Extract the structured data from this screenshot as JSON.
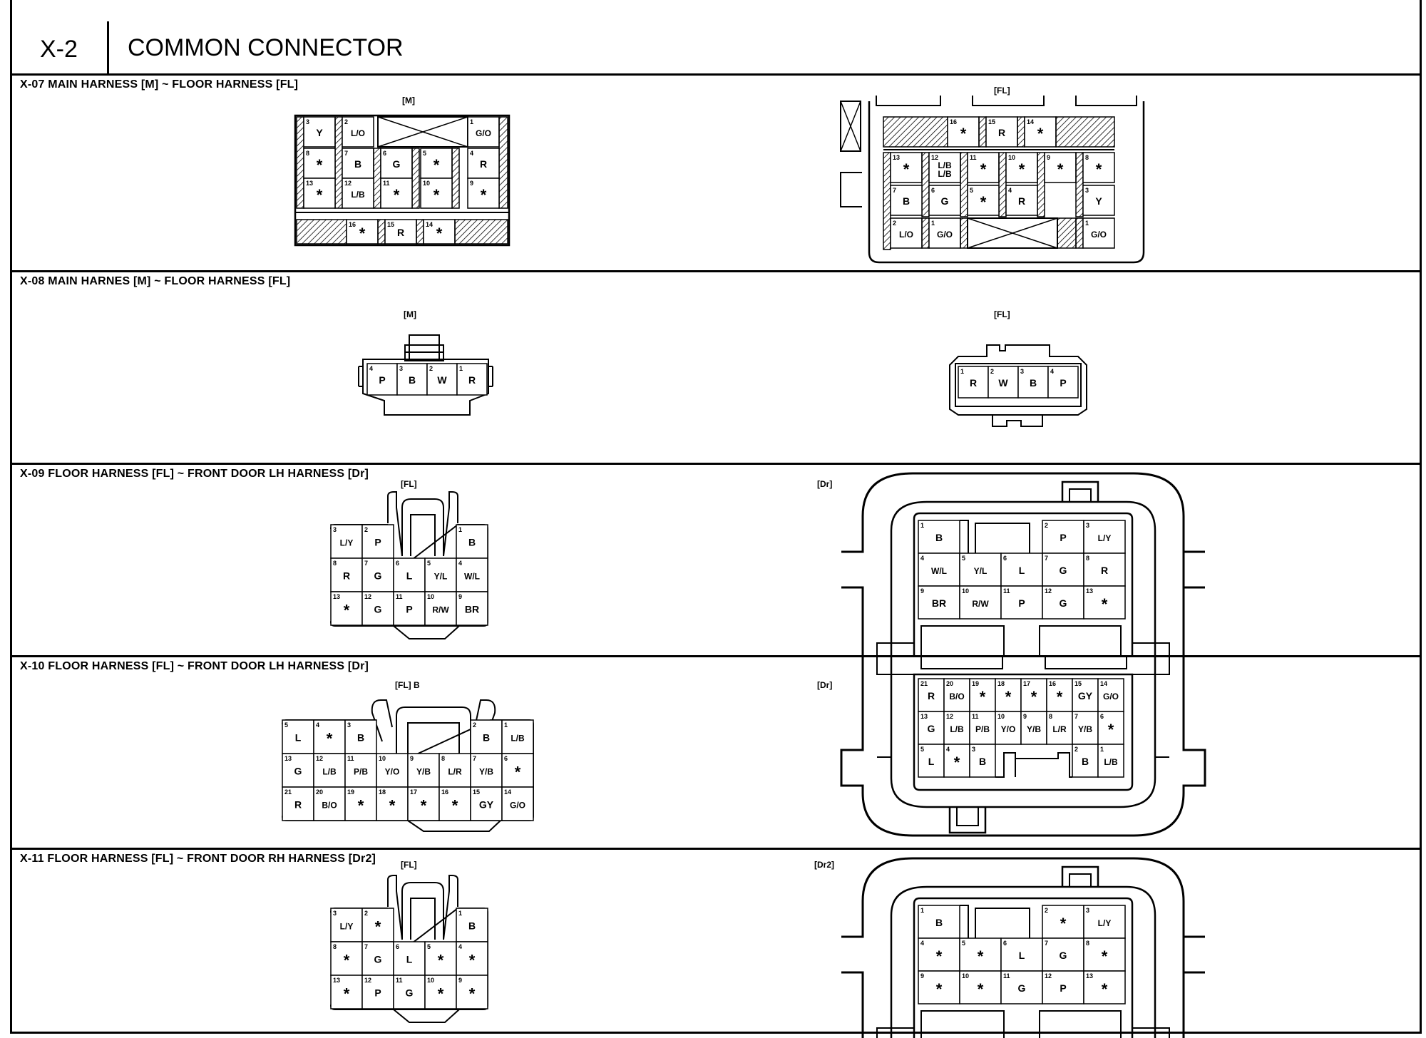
{
  "header": {
    "code": "X-2",
    "title": "COMMON CONNECTOR"
  },
  "sections": [
    {
      "id": "X-07",
      "title": "X-07 MAIN HARNESS [M] ~ FLOOR HARNESS  [FL]",
      "left_label": "[M]",
      "right_label": "[FL]",
      "left_pins": [
        {
          "n": "3",
          "c": "Y"
        },
        {
          "n": "2",
          "c": "L/O"
        },
        {
          "n": "1",
          "c": "G/O"
        },
        {
          "n": "8",
          "c": "*"
        },
        {
          "n": "7",
          "c": "B"
        },
        {
          "n": "6",
          "c": "G"
        },
        {
          "n": "5",
          "c": "*"
        },
        {
          "n": "4",
          "c": "R"
        },
        {
          "n": "13",
          "c": "*"
        },
        {
          "n": "12",
          "c": "L/B"
        },
        {
          "n": "11",
          "c": "*"
        },
        {
          "n": "10",
          "c": "*"
        },
        {
          "n": "9",
          "c": "*"
        },
        {
          "n": "16",
          "c": "*"
        },
        {
          "n": "15",
          "c": "R"
        },
        {
          "n": "14",
          "c": "*"
        }
      ],
      "right_pins": [
        {
          "n": "16",
          "c": "*"
        },
        {
          "n": "15",
          "c": "R"
        },
        {
          "n": "14",
          "c": "*"
        },
        {
          "n": "13",
          "c": "*"
        },
        {
          "n": "12",
          "c": "L/B L/B"
        },
        {
          "n": "11",
          "c": "*"
        },
        {
          "n": "10",
          "c": "*"
        },
        {
          "n": "9",
          "c": "*"
        },
        {
          "n": "8",
          "c": "*"
        },
        {
          "n": "7",
          "c": "B"
        },
        {
          "n": "6",
          "c": "G"
        },
        {
          "n": "5",
          "c": "*"
        },
        {
          "n": "4",
          "c": "R"
        },
        {
          "n": "3",
          "c": "Y"
        },
        {
          "n": "2",
          "c": "L/O"
        },
        {
          "n": "1",
          "c": "G/O"
        }
      ]
    },
    {
      "id": "X-08",
      "title": "X-08 MAIN HARNES [M] ~ FLOOR HARNESS [FL]",
      "left_label": "[M]",
      "right_label": "[FL]",
      "left_pins": [
        {
          "n": "4",
          "c": "P"
        },
        {
          "n": "3",
          "c": "B"
        },
        {
          "n": "2",
          "c": "W"
        },
        {
          "n": "1",
          "c": "R"
        }
      ],
      "right_pins": [
        {
          "n": "1",
          "c": "R"
        },
        {
          "n": "2",
          "c": "W"
        },
        {
          "n": "3",
          "c": "B"
        },
        {
          "n": "4",
          "c": "P"
        }
      ]
    },
    {
      "id": "X-09",
      "title": "X-09 FLOOR HARNESS [FL] ~ FRONT DOOR LH  HARNESS [Dr]",
      "left_label": "[FL]",
      "right_label": "[Dr]",
      "left_pins": [
        {
          "n": "3",
          "c": "L/Y"
        },
        {
          "n": "2",
          "c": "P"
        },
        {
          "n": "1",
          "c": "B"
        },
        {
          "n": "8",
          "c": "R"
        },
        {
          "n": "7",
          "c": "G"
        },
        {
          "n": "6",
          "c": "L"
        },
        {
          "n": "5",
          "c": "Y/L"
        },
        {
          "n": "4",
          "c": "W/L"
        },
        {
          "n": "13",
          "c": "*"
        },
        {
          "n": "12",
          "c": "G"
        },
        {
          "n": "11",
          "c": "P"
        },
        {
          "n": "10",
          "c": "R/W"
        },
        {
          "n": "9",
          "c": "BR"
        }
      ],
      "right_pins": [
        {
          "n": "1",
          "c": "B"
        },
        {
          "n": "2",
          "c": "P"
        },
        {
          "n": "3",
          "c": "L/Y"
        },
        {
          "n": "4",
          "c": "W/L"
        },
        {
          "n": "5",
          "c": "Y/L"
        },
        {
          "n": "6",
          "c": "L"
        },
        {
          "n": "7",
          "c": "G"
        },
        {
          "n": "8",
          "c": "R"
        },
        {
          "n": "9",
          "c": "BR"
        },
        {
          "n": "10",
          "c": "R/W"
        },
        {
          "n": "11",
          "c": "P"
        },
        {
          "n": "12",
          "c": "G"
        },
        {
          "n": "13",
          "c": "*"
        }
      ]
    },
    {
      "id": "X-10",
      "title": "X-10 FLOOR HARNESS [FL] ~ FRONT DOOR LH  HARNESS [Dr]",
      "left_label": "[FL] B",
      "right_label": "[Dr]",
      "left_pins": [
        {
          "n": "5",
          "c": "L"
        },
        {
          "n": "4",
          "c": "*"
        },
        {
          "n": "3",
          "c": "B"
        },
        {
          "n": "2",
          "c": "B"
        },
        {
          "n": "1",
          "c": "L/B"
        },
        {
          "n": "13",
          "c": "G"
        },
        {
          "n": "12",
          "c": "L/B"
        },
        {
          "n": "11",
          "c": "P/B"
        },
        {
          "n": "10",
          "c": "Y/O"
        },
        {
          "n": "9",
          "c": "Y/B"
        },
        {
          "n": "8",
          "c": "L/R"
        },
        {
          "n": "7",
          "c": "Y/B"
        },
        {
          "n": "6",
          "c": "*"
        },
        {
          "n": "21",
          "c": "R"
        },
        {
          "n": "20",
          "c": "B/O"
        },
        {
          "n": "19",
          "c": "*"
        },
        {
          "n": "18",
          "c": "*"
        },
        {
          "n": "17",
          "c": "*"
        },
        {
          "n": "16",
          "c": "*"
        },
        {
          "n": "15",
          "c": "GY"
        },
        {
          "n": "14",
          "c": "G/O"
        }
      ],
      "right_pins": [
        {
          "n": "21",
          "c": "R"
        },
        {
          "n": "20",
          "c": "B/O"
        },
        {
          "n": "19",
          "c": "*"
        },
        {
          "n": "18",
          "c": "*"
        },
        {
          "n": "17",
          "c": "*"
        },
        {
          "n": "16",
          "c": "*"
        },
        {
          "n": "15",
          "c": "GY"
        },
        {
          "n": "14",
          "c": "G/O"
        },
        {
          "n": "13",
          "c": "G"
        },
        {
          "n": "12",
          "c": "L/B"
        },
        {
          "n": "11",
          "c": "P/B"
        },
        {
          "n": "10",
          "c": "Y/O"
        },
        {
          "n": "9",
          "c": "Y/B"
        },
        {
          "n": "8",
          "c": "L/R"
        },
        {
          "n": "7",
          "c": "Y/B"
        },
        {
          "n": "6",
          "c": "*"
        },
        {
          "n": "5",
          "c": "L"
        },
        {
          "n": "4",
          "c": "*"
        },
        {
          "n": "3",
          "c": "B"
        },
        {
          "n": "2",
          "c": "B"
        },
        {
          "n": "1",
          "c": "L/B"
        }
      ]
    },
    {
      "id": "X-11",
      "title": "X-11 FLOOR HARNESS [FL] ~ FRONT DOOR RH  HARNESS [Dr2]",
      "left_label": "[FL]",
      "right_label": "[Dr2]",
      "left_pins": [
        {
          "n": "3",
          "c": "L/Y"
        },
        {
          "n": "2",
          "c": "*"
        },
        {
          "n": "1",
          "c": "B"
        },
        {
          "n": "8",
          "c": "*"
        },
        {
          "n": "7",
          "c": "G"
        },
        {
          "n": "6",
          "c": "L"
        },
        {
          "n": "5",
          "c": "*"
        },
        {
          "n": "4",
          "c": "*"
        },
        {
          "n": "13",
          "c": "*"
        },
        {
          "n": "12",
          "c": "P"
        },
        {
          "n": "11",
          "c": "G"
        },
        {
          "n": "10",
          "c": "*"
        },
        {
          "n": "9",
          "c": "*"
        }
      ],
      "right_pins": [
        {
          "n": "1",
          "c": "B"
        },
        {
          "n": "2",
          "c": "*"
        },
        {
          "n": "3",
          "c": "L/Y"
        },
        {
          "n": "4",
          "c": "*"
        },
        {
          "n": "5",
          "c": "*"
        },
        {
          "n": "6",
          "c": "L"
        },
        {
          "n": "7",
          "c": "G"
        },
        {
          "n": "8",
          "c": "*"
        },
        {
          "n": "9",
          "c": "*"
        },
        {
          "n": "10",
          "c": "*"
        },
        {
          "n": "11",
          "c": "G"
        },
        {
          "n": "12",
          "c": "P"
        },
        {
          "n": "13",
          "c": "*"
        }
      ]
    }
  ]
}
